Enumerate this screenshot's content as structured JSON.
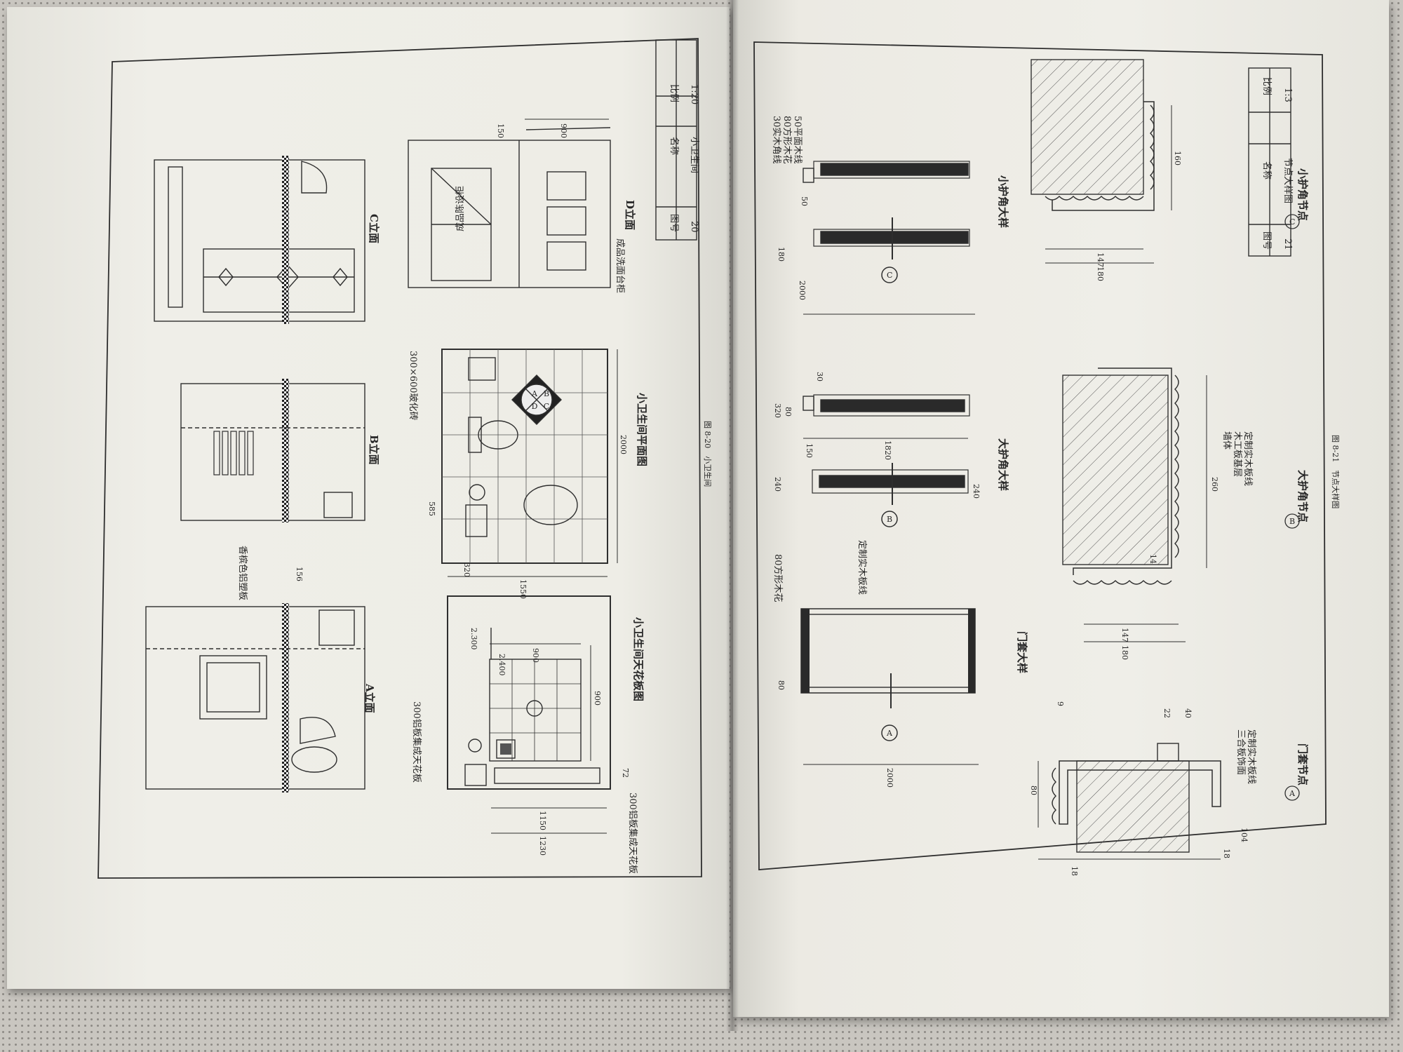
{
  "left_page": {
    "title_block": {
      "drawing_no_label": "图号",
      "drawing_no": "20",
      "name_label": "名称",
      "name": "小卫生间",
      "scale_label": "比例",
      "scale": "1:20"
    },
    "elevation_a": {
      "title": "A立面"
    },
    "elevation_b": {
      "title": "B立面"
    },
    "elevation_c": {
      "title": "C立面"
    },
    "elevation_d": {
      "title": "D立面",
      "label_display_cabinet": "成品陈设柜",
      "label_vanity": "成品洗面台柜",
      "dim_width": "900",
      "dim_side": "150"
    },
    "wall_panel_label": "香槟色铝塑板",
    "dim_156": "156",
    "plan": {
      "title": "小卫生间平面图",
      "tile_label": "300×600玻化砖",
      "markers": [
        "A",
        "B",
        "C",
        "D"
      ],
      "dim_length": "2000",
      "dim_width": "1550",
      "dim_320": "320",
      "dim_585": "585"
    },
    "ceiling": {
      "title": "小卫生间天花板图",
      "label_ceiling_1": "300铝板集成天花板",
      "label_ceiling_2": "300铝板集成天花板",
      "dim_900_top": "900",
      "dim_900_side": "900",
      "dim_1150": "1150",
      "dim_1230": "1230",
      "dim_72": "72",
      "level_2300": "2.300",
      "level_2400": "2.400"
    },
    "caption": "图 8-20　小卫生间"
  },
  "right_page": {
    "title_block": {
      "drawing_no_label": "图号",
      "drawing_no": "21",
      "name_label": "名称",
      "name": "节点大样图",
      "scale_label": "比例",
      "scale": "1:3"
    },
    "door_detail": {
      "title": "门套大样",
      "label_flower": "80方形木花",
      "label_board": "定制实木板线",
      "dim_2000": "2000",
      "dim_80": "80",
      "marker": "A"
    },
    "big_corner_detail": {
      "title": "大护角大样",
      "dim_320": "320",
      "dim_240_left": "240",
      "dim_240_right": "240",
      "dim_1820": "1820",
      "dim_150": "150",
      "dim_80": "80",
      "dim_30": "30",
      "marker": "B"
    },
    "small_corner_detail": {
      "title": "小护角大样",
      "label_wood_line": "30实木角线",
      "label_flower": "80方形木花",
      "label_board": "50平面木线",
      "dim_2000": "2000",
      "dim_180": "180",
      "dim_50": "50",
      "marker": "C"
    },
    "node_a": {
      "title": "门套节点",
      "marker": "A",
      "label_finish": "三合板饰面",
      "label_board": "定制实木板线",
      "dim_80": "80",
      "dim_18_left": "18",
      "dim_18_right": "18",
      "dim_104": "104",
      "dim_40": "40",
      "dim_22": "22",
      "dim_9": "9"
    },
    "node_b": {
      "title": "大护角节点",
      "marker": "B",
      "label_wall": "墙体",
      "label_base": "木工板基层",
      "label_finish": "定制实木板线",
      "dim_260": "260",
      "dim_180": "180",
      "dim_147": "147",
      "dim_14": "14"
    },
    "node_c": {
      "title": "小护角节点",
      "marker": "C",
      "dim_160": "160",
      "dim_147": "147",
      "dim_180": "180"
    },
    "caption": "图 8-21　节点大样图"
  }
}
